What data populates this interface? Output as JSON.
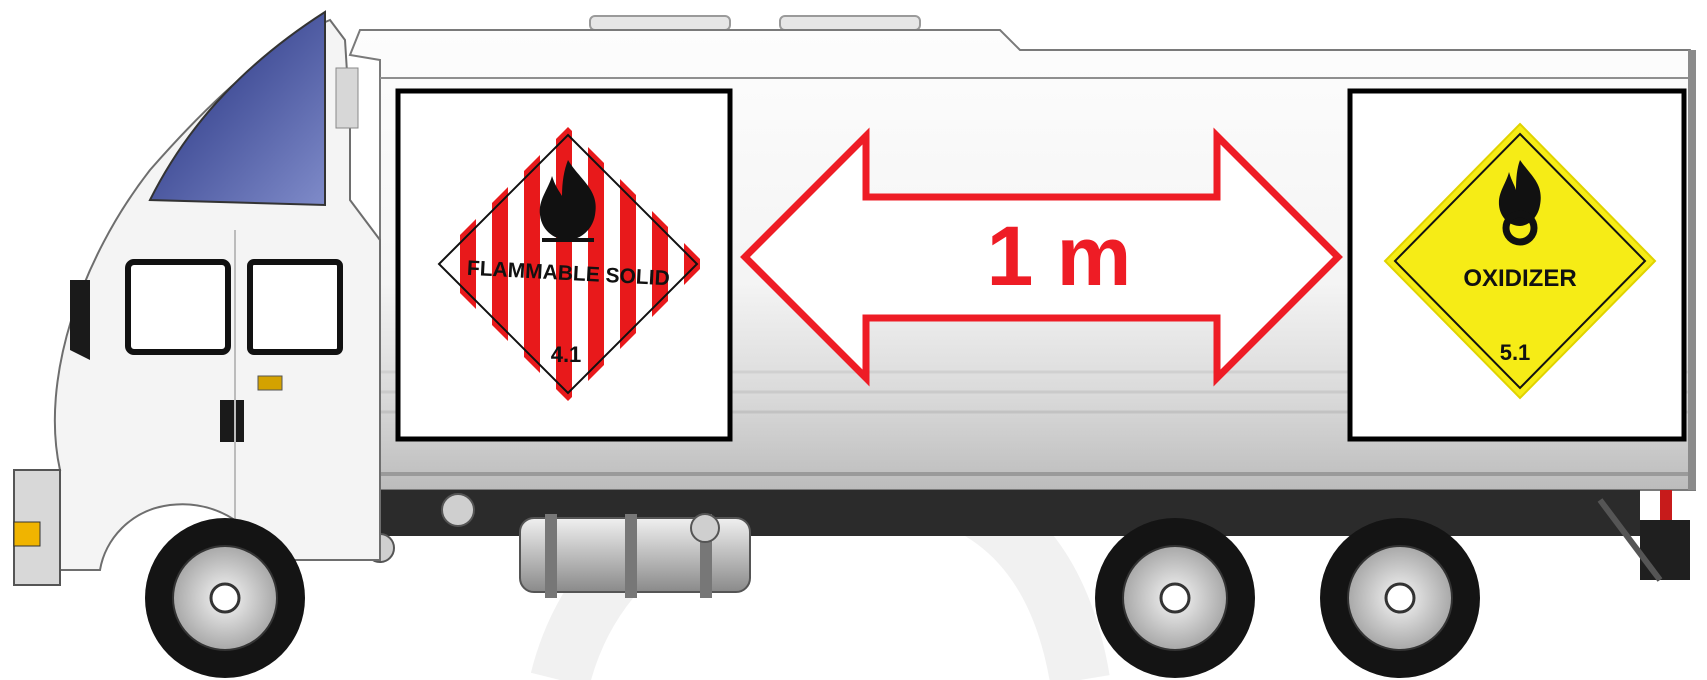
{
  "placard_left": {
    "text": "FLAMMABLE SOLID",
    "class_number": "4.1",
    "colors": {
      "stripe": "#e8191b",
      "background": "#ffffff",
      "symbol": "#111111"
    }
  },
  "placard_right": {
    "text": "OXIDIZER",
    "class_number": "5.1",
    "colors": {
      "background": "#f6ec16",
      "symbol": "#111111"
    }
  },
  "distance_label": "1 m",
  "colors": {
    "arrow": "#ee1c25",
    "truck_body": "#f2f2f2",
    "window": "#2f3c8c"
  }
}
